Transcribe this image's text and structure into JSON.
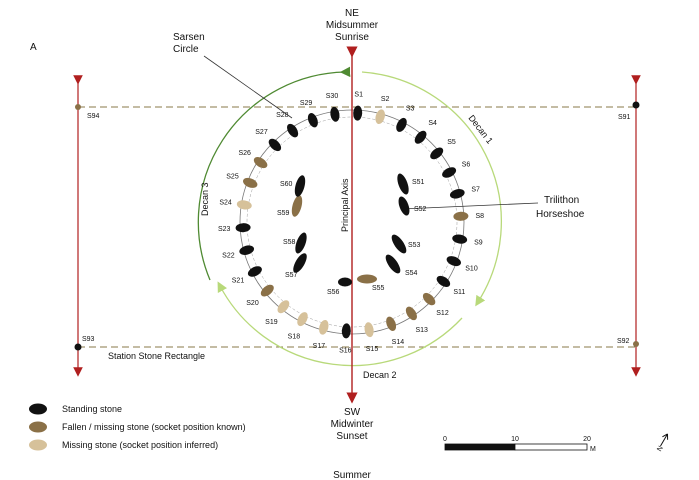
{
  "panel_label": "A",
  "colors": {
    "axis": "#b01f1f",
    "standing": "#111111",
    "fallen": "#8a7047",
    "inferred": "#d6c19a",
    "decan_dark": "#4f8a32",
    "decan_light": "#b8d97a",
    "station_line": "#8a7a4a",
    "circle": "#777777"
  },
  "north_label": {
    "line1": "NE",
    "line2": "Midsummer",
    "line3": "Sunrise"
  },
  "south_label": {
    "line1": "SW",
    "line2": "Midwinter",
    "line3": "Sunset"
  },
  "bottom_cut_text": "Summer",
  "principal_axis": "Principal Axis",
  "sarsen_label": {
    "line1": "Sarsen",
    "line2": "Circle"
  },
  "trilithon_label": {
    "line1": "Trilithon",
    "line2": "Horseshoe"
  },
  "decans": {
    "d1": "Decan 1",
    "d2": "Decan 2",
    "d3": "Decan 3"
  },
  "station_rectangle": "Station Stone Rectangle",
  "station_stones": {
    "s91": "S91",
    "s92": "S92",
    "s93": "S93",
    "s94": "S94"
  },
  "sarsen_stones": [
    {
      "id": "S1",
      "status": "standing"
    },
    {
      "id": "S2",
      "status": "inferred"
    },
    {
      "id": "S3",
      "status": "standing"
    },
    {
      "id": "S4",
      "status": "standing"
    },
    {
      "id": "S5",
      "status": "standing"
    },
    {
      "id": "S6",
      "status": "standing"
    },
    {
      "id": "S7",
      "status": "standing"
    },
    {
      "id": "S8",
      "status": "fallen"
    },
    {
      "id": "S9",
      "status": "standing"
    },
    {
      "id": "S10",
      "status": "standing"
    },
    {
      "id": "S11",
      "status": "standing"
    },
    {
      "id": "S12",
      "status": "fallen"
    },
    {
      "id": "S13",
      "status": "fallen"
    },
    {
      "id": "S14",
      "status": "fallen"
    },
    {
      "id": "S15",
      "status": "inferred"
    },
    {
      "id": "S16",
      "status": "standing"
    },
    {
      "id": "S17",
      "status": "inferred"
    },
    {
      "id": "S18",
      "status": "inferred"
    },
    {
      "id": "S19",
      "status": "inferred"
    },
    {
      "id": "S20",
      "status": "fallen"
    },
    {
      "id": "S21",
      "status": "standing"
    },
    {
      "id": "S22",
      "status": "standing"
    },
    {
      "id": "S23",
      "status": "standing"
    },
    {
      "id": "S24",
      "status": "inferred"
    },
    {
      "id": "S25",
      "status": "fallen"
    },
    {
      "id": "S26",
      "status": "fallen"
    },
    {
      "id": "S27",
      "status": "standing"
    },
    {
      "id": "S28",
      "status": "standing"
    },
    {
      "id": "S29",
      "status": "standing"
    },
    {
      "id": "S30",
      "status": "standing"
    }
  ],
  "trilithons": [
    {
      "id": "S51",
      "status": "standing"
    },
    {
      "id": "S52",
      "status": "standing"
    },
    {
      "id": "S53",
      "status": "standing"
    },
    {
      "id": "S54",
      "status": "standing"
    },
    {
      "id": "S55",
      "status": "fallen"
    },
    {
      "id": "S56",
      "status": "standing"
    },
    {
      "id": "S57",
      "status": "standing"
    },
    {
      "id": "S58",
      "status": "standing"
    },
    {
      "id": "S59",
      "status": "fallen"
    },
    {
      "id": "S60",
      "status": "standing"
    }
  ],
  "legend": [
    {
      "label": "Standing stone",
      "status": "standing"
    },
    {
      "label": "Fallen / missing stone (socket position known)",
      "status": "fallen"
    },
    {
      "label": "Missing stone (socket position inferred)",
      "status": "inferred"
    }
  ],
  "scale": {
    "ticks": [
      "0",
      "10",
      "20"
    ],
    "unit": "M"
  },
  "north_arrow": "N"
}
